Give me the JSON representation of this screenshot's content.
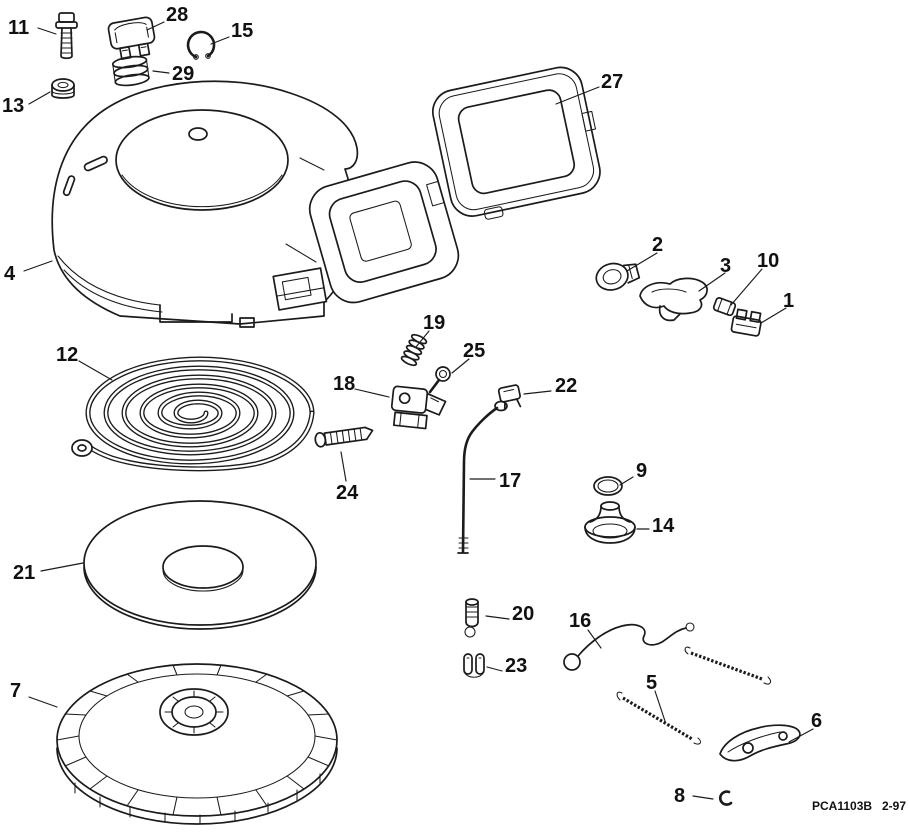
{
  "page": {
    "background": "#ffffff",
    "line_color": "#1b1b1b",
    "description": "Exploded parts diagram, recoil starter assembly"
  },
  "footer": {
    "code": "PCA1103B",
    "date": "2-97"
  },
  "callouts": {
    "n1": "1",
    "n2": "2",
    "n3": "3",
    "n4": "4",
    "n5": "5",
    "n6": "6",
    "n7": "7",
    "n8": "8",
    "n9": "9",
    "n10": "10",
    "n11": "11",
    "n12": "12",
    "n13": "13",
    "n14": "14",
    "n15": "15",
    "n16": "16",
    "n17": "17",
    "n18": "18",
    "n19": "19",
    "n20": "20",
    "n21": "21",
    "n22": "22",
    "n23": "23",
    "n24": "24",
    "n25": "25",
    "n27": "27",
    "n28": "28",
    "n29": "29"
  }
}
